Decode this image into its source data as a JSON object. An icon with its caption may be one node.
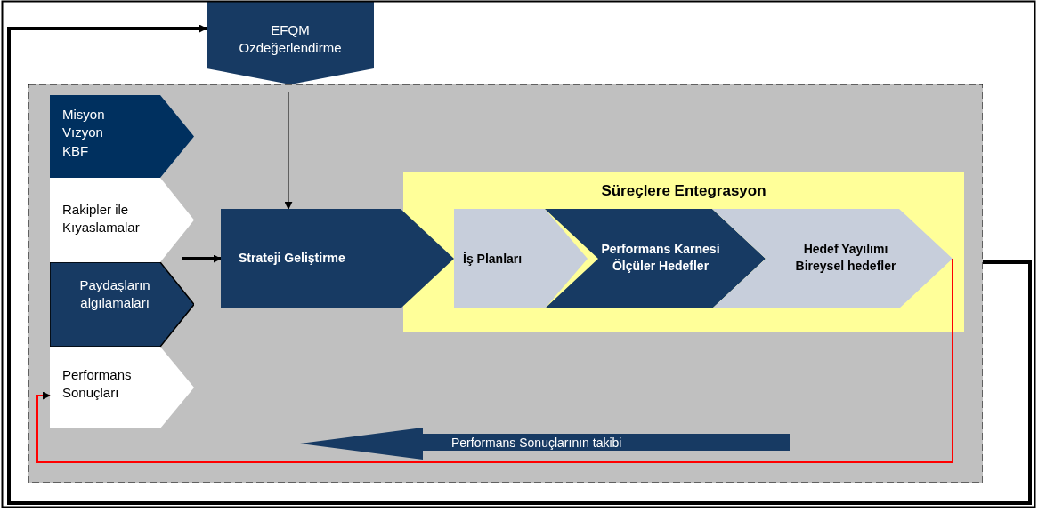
{
  "diagram": {
    "nodes": [
      {
        "text": [
          "EFQM Ozdeğerlendirme"
        ]
      },
      {
        "text": [],
        "shape": "box"
      },
      {
        "text": [
          "Misyon Vızyon KBF"
        ],
        "in": 1
      },
      {
        "text": [
          "Rakipler ile Kıyaslamalar"
        ],
        "in": 1
      },
      {
        "text": [
          "Paydaşların algılamaları"
        ],
        "in": 1
      },
      {
        "text": [
          "Performans Sonuçları"
        ],
        "in": 1
      },
      {
        "text": [
          "Strateji Geliştirme"
        ],
        "in": 1
      },
      {
        "text": [
          "Süreçlere Entegrasyon"
        ],
        "in": 1
      },
      {
        "text": [
          "İş Planları"
        ],
        "in": 7
      },
      {
        "text": [
          "Performans Karnesi Ölçüler Hedefler"
        ],
        "in": 7
      },
      {
        "text": [
          "Hedef Yayılımı Bireysel hedefler"
        ],
        "in": 7
      },
      {
        "text": [
          "Performans Sonuçlarının takibi"
        ],
        "in": 1
      }
    ],
    "edges": [
      {
        "from": 1,
        "to": 0,
        "arrow": "to",
        "style": "thick"
      },
      {
        "from": 0,
        "to": 6,
        "arrow": "to"
      },
      {
        "from": null,
        "to": 6,
        "arrow": "to",
        "style": "thick"
      },
      {
        "from": 10,
        "to": 5,
        "arrow": "to",
        "color": "#ff0000"
      }
    ]
  }
}
